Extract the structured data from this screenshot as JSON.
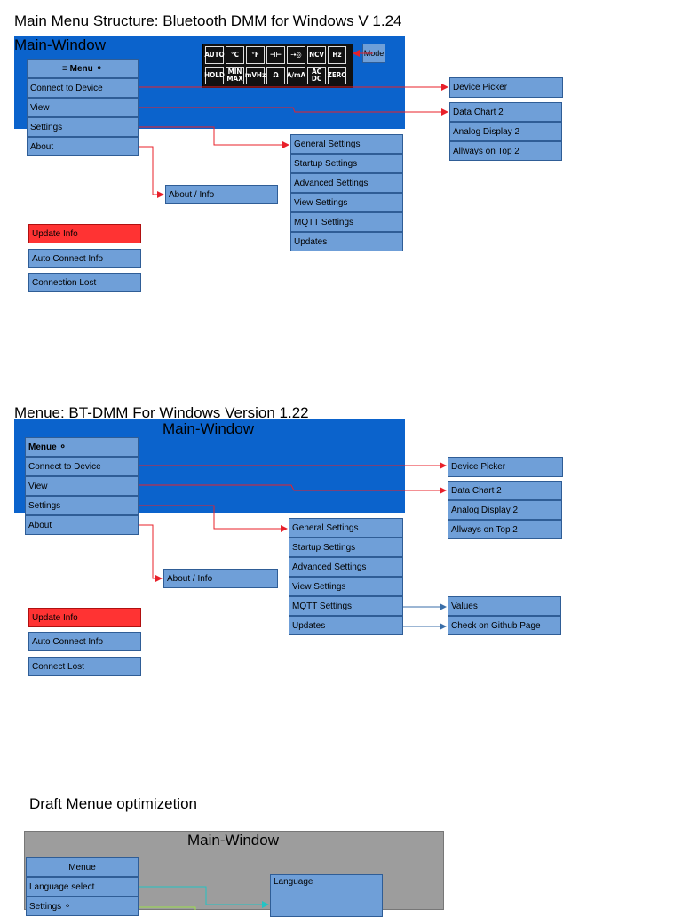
{
  "diagram1": {
    "title": "Main Menu Structure: Bluetooth DMM for Windows V 1.24",
    "panel_label": "Main-Window",
    "menu_items": [
      "≡ Menu ⚬",
      "Connect to Device",
      "View",
      "Settings",
      "About"
    ],
    "icons_row1": [
      "AUTO",
      "°C",
      "°F",
      "⊣⊢",
      "⇢◎",
      "NCV",
      "Hz"
    ],
    "icons_row2": [
      "HOLD",
      "MIN MAX",
      "mVHz",
      "Ω",
      "A/mA",
      "AC DC",
      "ZERO"
    ],
    "mode_label": "Mode",
    "device_picker": "Device Picker",
    "view_items": [
      "Data Chart 2",
      "Analog Display 2",
      "Allways on Top 2"
    ],
    "settings_items": [
      "General Settings",
      "Startup Settings",
      "Advanced Settings",
      "View Settings",
      "MQTT Settings",
      "Updates"
    ],
    "about_info": "About / Info",
    "status_boxes": [
      "Update Info",
      "Auto Connect Info",
      "Connection Lost"
    ]
  },
  "diagram2": {
    "title": "Menue: BT-DMM For Windows Version 1.22",
    "panel_label": "Main-Window",
    "menu_items": [
      "Menue ⚬",
      "Connect to Device",
      "View",
      "Settings",
      "About"
    ],
    "device_picker": "Device Picker",
    "view_items": [
      "Data Chart 2",
      "Analog Display 2",
      "Allways on Top 2"
    ],
    "settings_items": [
      "General Settings",
      "Startup Settings",
      "Advanced Settings",
      "View Settings",
      "MQTT Settings",
      "Updates"
    ],
    "about_info": "About / Info",
    "status_boxes": [
      "Update Info",
      "Auto Connect Info",
      "Connect Lost"
    ],
    "mqtt_sub": "Values",
    "updates_sub": "Check on Github Page"
  },
  "diagram3": {
    "title": "Draft Menue optimizetion",
    "panel_label": "Main-Window",
    "menu_items": [
      "Menue",
      "Language select",
      "Settings ⚬"
    ],
    "language_box": "Language"
  },
  "colors": {
    "panel_blue": "#0b63cc",
    "box_blue": "#6f9fd8",
    "alert_red": "#ff3333",
    "wire_red": "#e8202a",
    "wire_blue": "#3a6ea8",
    "wire_cyan": "#22c4c4",
    "wire_green": "#9be04a"
  }
}
